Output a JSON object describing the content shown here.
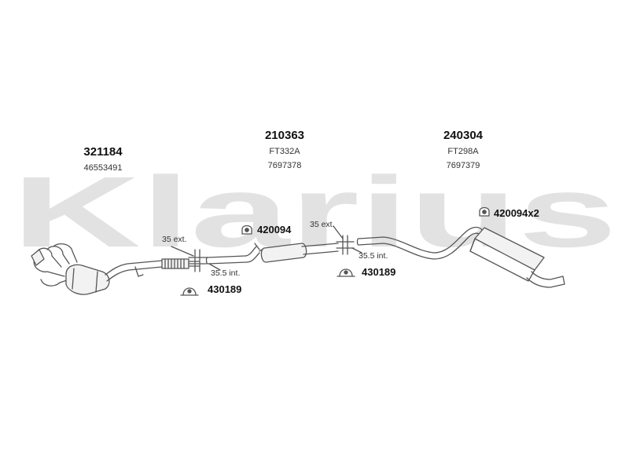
{
  "watermark": {
    "text": "Klarius",
    "color": "#e2e2e2"
  },
  "colors": {
    "line": "#555555",
    "part_fill": "#f2f2f2"
  },
  "sections": [
    {
      "part_number": "321184",
      "refs": [
        "46553491"
      ]
    },
    {
      "part_number": "210363",
      "refs": [
        "FT332A",
        "7697378"
      ]
    },
    {
      "part_number": "240304",
      "refs": [
        "FT298A",
        "7697379"
      ]
    }
  ],
  "joints": [
    {
      "ext": "35 ext.",
      "int": "35.5 int."
    },
    {
      "ext": "35 ext.",
      "int": "35.5 int."
    }
  ],
  "clamps": [
    {
      "code": "420094",
      "icon": "rubber-hanger-icon"
    },
    {
      "code": "430189",
      "icon": "exhaust-clamp-icon"
    },
    {
      "code": "430189",
      "icon": "exhaust-clamp-icon"
    },
    {
      "code": "420094x2",
      "icon": "rubber-hanger-icon"
    }
  ]
}
